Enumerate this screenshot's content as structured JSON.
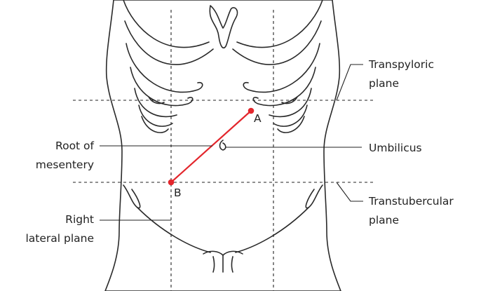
{
  "colors": {
    "body_fill": "#fbe9d9",
    "outline": "#2a2a2a",
    "root_line": "#e3262c"
  },
  "labels": {
    "transpyloric_line1": "Transpyloric",
    "transpyloric_line2": "plane",
    "root_line1": "Root of",
    "root_line2": "mesentery",
    "umbilicus": "Umbilicus",
    "transtubercular_line1": "Transtubercular",
    "transtubercular_line2": "plane",
    "right_lateral_line1": "Right",
    "right_lateral_line2": "lateral plane"
  },
  "points": {
    "a": "A",
    "b": "B"
  }
}
